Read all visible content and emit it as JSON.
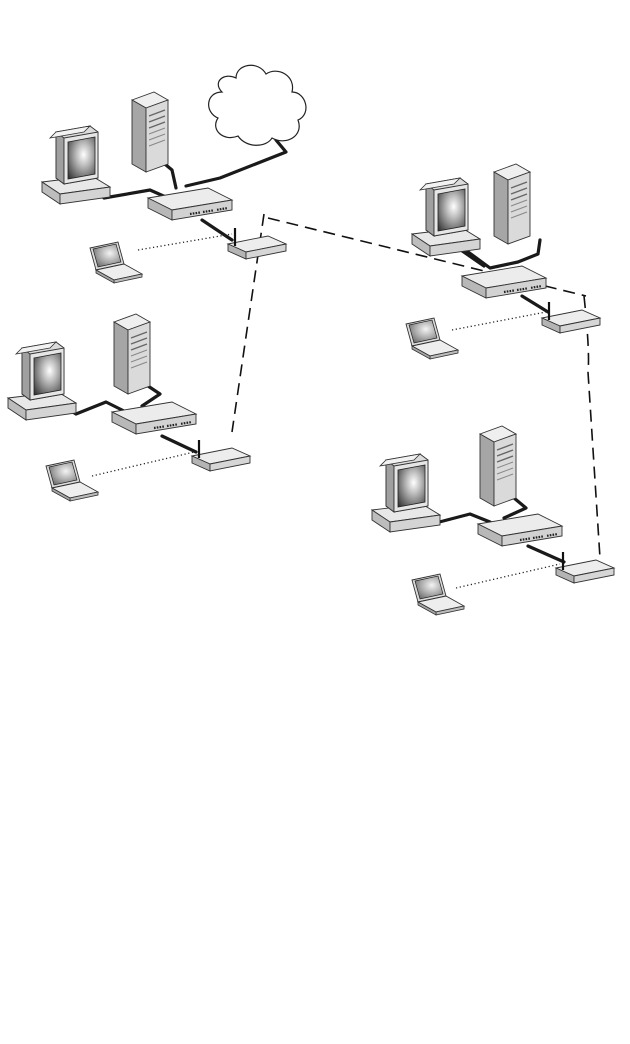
{
  "diagram": {
    "type": "wireless-distribution-network",
    "cloud": {
      "icon": "internet-cloud-icon"
    },
    "sites": [
      {
        "id": "site-1",
        "devices": [
          "desktop-pc-icon",
          "tower-server-icon",
          "network-switch-icon",
          "wireless-access-point-icon",
          "laptop-icon"
        ],
        "uplink": "cloud"
      },
      {
        "id": "site-2",
        "devices": [
          "desktop-pc-icon",
          "tower-server-icon",
          "network-switch-icon",
          "wireless-access-point-icon",
          "laptop-icon"
        ]
      },
      {
        "id": "site-3",
        "devices": [
          "desktop-pc-icon",
          "tower-server-icon",
          "network-switch-icon",
          "wireless-access-point-icon",
          "laptop-icon"
        ]
      },
      {
        "id": "site-4",
        "devices": [
          "desktop-pc-icon",
          "tower-server-icon",
          "network-switch-icon",
          "wireless-access-point-icon",
          "laptop-icon"
        ]
      }
    ],
    "links": {
      "wired": {
        "style": "solid",
        "color": "#1a1a1a"
      },
      "wireless_client": {
        "style": "dotted",
        "color": "#222222"
      },
      "wireless_bridge": {
        "style": "dashed",
        "color": "#111111"
      }
    },
    "bridges": [
      {
        "from": "site-1",
        "to": "site-2"
      },
      {
        "from": "site-1",
        "to": "site-3"
      },
      {
        "from": "site-2",
        "to": "site-4"
      }
    ],
    "colors": {
      "background": "#ffffff",
      "device_light": "#efefef",
      "device_mid": "#bdbdbd",
      "device_dark": "#8a8a8a",
      "outline": "#333333"
    }
  }
}
